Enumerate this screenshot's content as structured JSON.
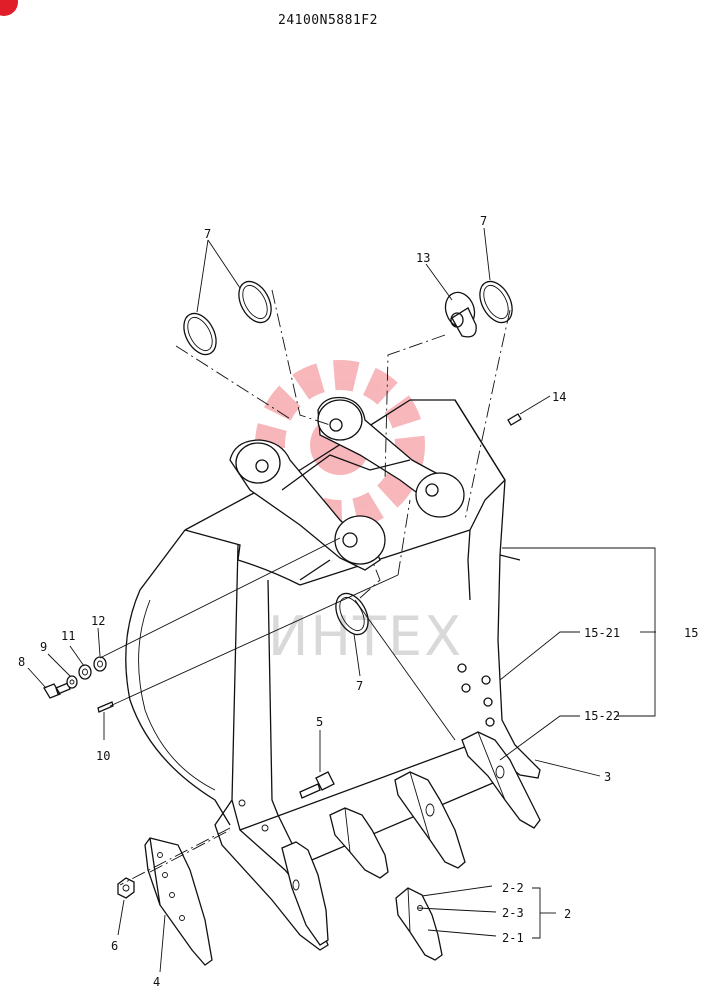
{
  "drawing_code": "24100N5881F2",
  "watermark": {
    "text": "ИНТЕХ",
    "logo_color": "#e8323c"
  },
  "corner_badge_color": "#e01e2a",
  "callouts": {
    "c7a": "7",
    "c7b": "7",
    "c7c": "7",
    "c13": "13",
    "c14": "14",
    "c15": "15",
    "c15_21": "15-21",
    "c15_22": "15-22",
    "c12": "12",
    "c11": "11",
    "c9": "9",
    "c8": "8",
    "c10": "10",
    "c5": "5",
    "c3": "3",
    "c6": "6",
    "c4": "4",
    "c2": "2",
    "c2_2": "2-2",
    "c2_3": "2-3",
    "c2_1": "2-1"
  }
}
